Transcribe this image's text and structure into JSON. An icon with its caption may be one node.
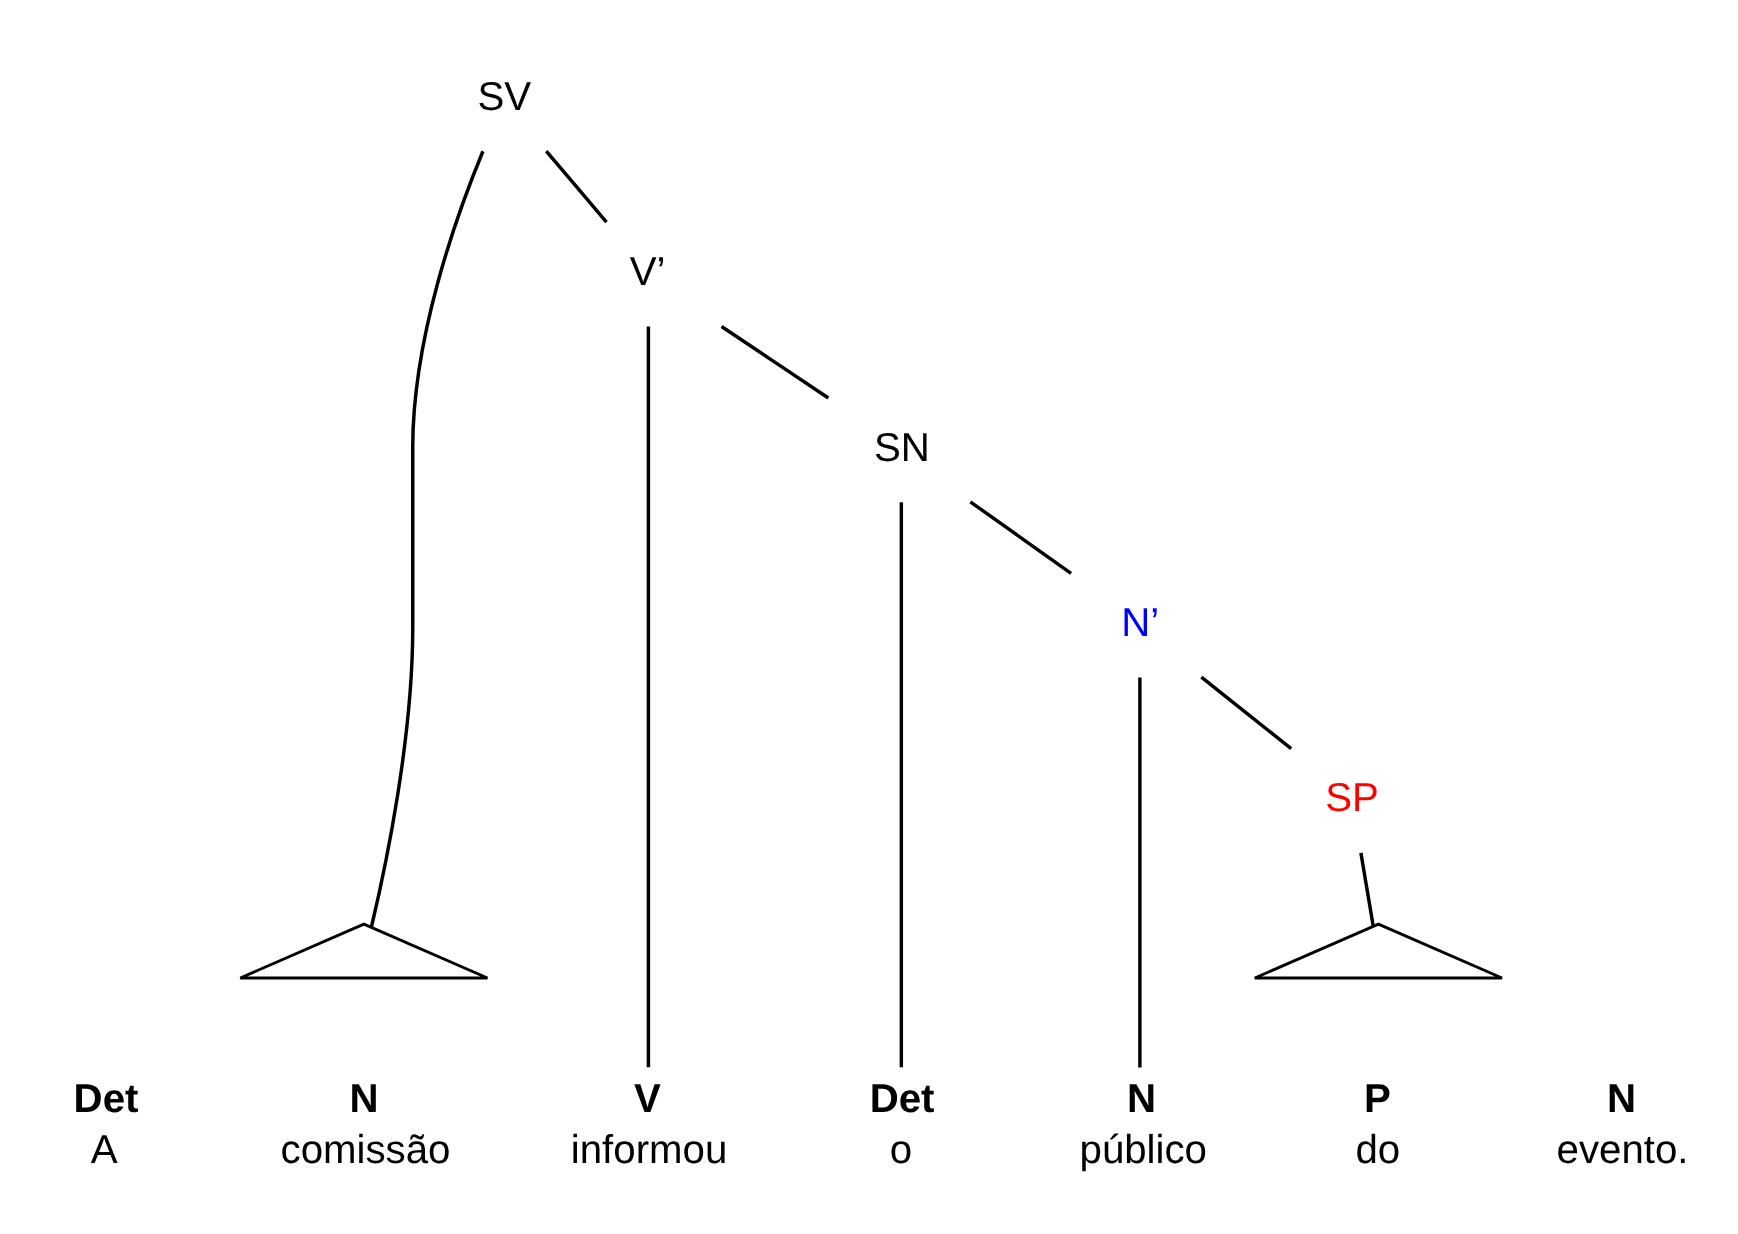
{
  "diagram": {
    "nodes": [
      {
        "text": [
          "SV"
        ]
      },
      {
        "text": [
          "V’"
        ]
      },
      {
        "text": [
          "SN"
        ]
      },
      {
        "text": [
          "N’"
        ]
      },
      {
        "text": [
          "SP"
        ]
      },
      {
        "text": [],
        "shape": "triangle"
      },
      {
        "text": [],
        "shape": "triangle"
      },
      {
        "text": [
          "Det",
          "A"
        ]
      },
      {
        "text": [
          "N",
          "comissão"
        ]
      },
      {
        "text": [
          "V",
          "informou"
        ]
      },
      {
        "text": [
          "Det",
          "o"
        ]
      },
      {
        "text": [
          "N",
          "público"
        ]
      },
      {
        "text": [
          "P",
          "do"
        ]
      },
      {
        "text": [
          "N",
          "evento."
        ]
      }
    ],
    "edges": [
      {
        "from": 0,
        "to": 5,
        "arrow": "none"
      },
      {
        "from": 0,
        "to": 1,
        "arrow": "none"
      },
      {
        "from": 1,
        "to": 9,
        "arrow": "none"
      },
      {
        "from": 1,
        "to": 2,
        "arrow": "none"
      },
      {
        "from": 2,
        "to": 10,
        "arrow": "none"
      },
      {
        "from": 2,
        "to": 3,
        "arrow": "none"
      },
      {
        "from": 3,
        "to": 11,
        "arrow": "none"
      },
      {
        "from": 3,
        "to": 4,
        "arrow": "none"
      },
      {
        "from": 4,
        "to": 6,
        "arrow": "none"
      }
    ]
  }
}
